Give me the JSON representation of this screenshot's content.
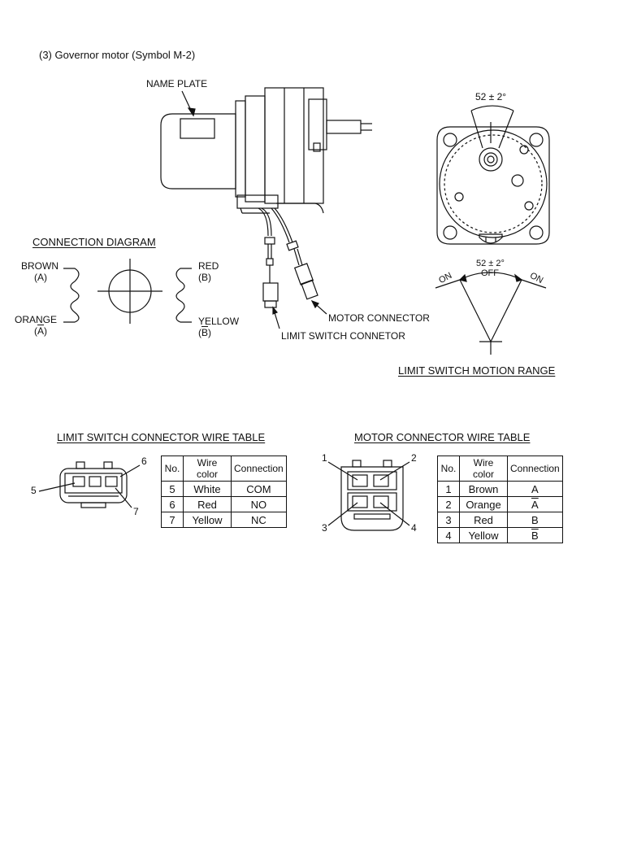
{
  "section_title": "(3) Governor motor (Symbol M-2)",
  "labels": {
    "name_plate": "NAME PLATE",
    "connection_diagram": "CONNECTION DIAGRAM",
    "motor_connector": "MOTOR CONNECTOR",
    "limit_switch_connector": "LIMIT SWITCH CONNETOR",
    "angle_top": "52 ± 2°",
    "angle_range": "52 ± 2°",
    "on_left": "ON",
    "off": "OFF",
    "on_right": "ON",
    "limit_switch_motion_range": "LIMIT SWITCH MOTION RANGE"
  },
  "connection": {
    "brown": "BROWN",
    "brown_code": "(A)",
    "orange": "ORANGE",
    "orange_open": "(",
    "orange_letter": "A",
    "orange_close": ")",
    "red": "RED",
    "red_code": "(B)",
    "yellow": "YELLOW",
    "yellow_open": "(",
    "yellow_letter": "B",
    "yellow_close": ")"
  },
  "limit_switch_table": {
    "title": "LIMIT SWITCH CONNECTOR WIRE TABLE",
    "headers": [
      "No.",
      "Wire color",
      "Connection"
    ],
    "rows": [
      {
        "no": "5",
        "color": "White",
        "conn": "COM"
      },
      {
        "no": "6",
        "color": "Red",
        "conn": "NO"
      },
      {
        "no": "7",
        "color": "Yellow",
        "conn": "NC"
      }
    ],
    "pins": [
      "5",
      "6",
      "7"
    ]
  },
  "motor_table": {
    "title": "MOTOR CONNECTOR WIRE TABLE",
    "headers": [
      "No.",
      "Wire color",
      "Connection"
    ],
    "rows": [
      {
        "no": "1",
        "color": "Brown",
        "conn": "A"
      },
      {
        "no": "2",
        "color": "Orange",
        "conn": "A"
      },
      {
        "no": "3",
        "color": "Red",
        "conn": "B"
      },
      {
        "no": "4",
        "color": "Yellow",
        "conn": "B"
      }
    ],
    "pins": [
      "1",
      "2",
      "3",
      "4"
    ]
  }
}
